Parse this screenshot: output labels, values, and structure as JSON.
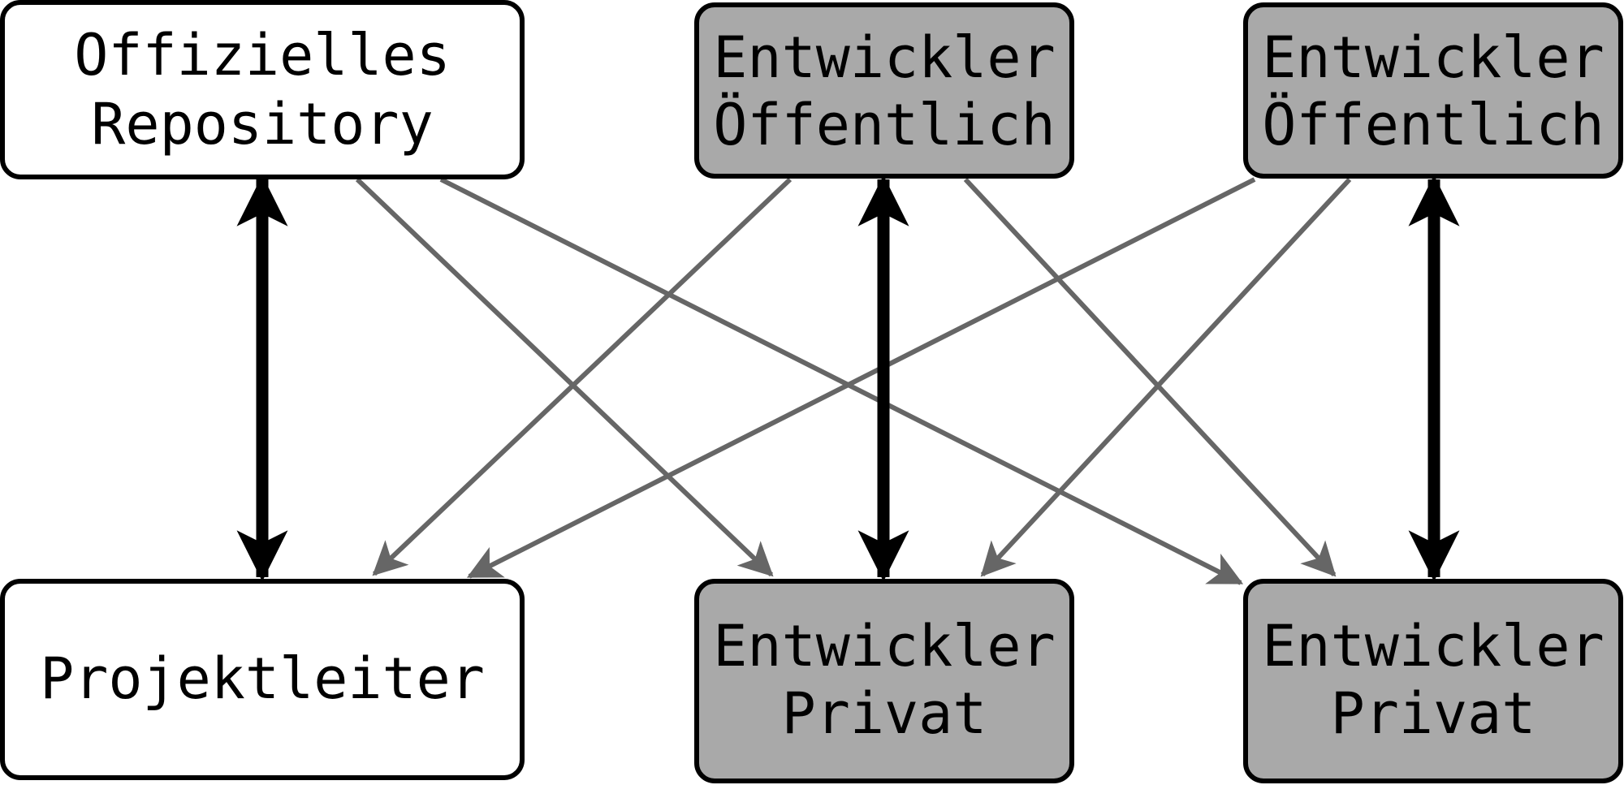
{
  "colors": {
    "plain_fill": "#ffffff",
    "dev_fill": "#a9a9a9",
    "border": "#000000",
    "black_edge": "#000000",
    "grey_edge": "#666666"
  },
  "nodes": {
    "official": {
      "lines": [
        "Offizielles",
        "Repository"
      ]
    },
    "dev1_public": {
      "lines": [
        "Entwickler",
        "Öffentlich"
      ]
    },
    "dev2_public": {
      "lines": [
        "Entwickler",
        "Öffentlich"
      ]
    },
    "lead": {
      "lines": [
        "Projektleiter"
      ]
    },
    "dev1_private": {
      "lines": [
        "Entwickler",
        "Privat"
      ]
    },
    "dev2_private": {
      "lines": [
        "Entwickler",
        "Privat"
      ]
    }
  },
  "edges": [
    {
      "from": "official",
      "to": "lead",
      "style": "black",
      "bidirectional": true
    },
    {
      "from": "dev1_public",
      "to": "dev1_private",
      "style": "black",
      "bidirectional": true
    },
    {
      "from": "dev2_public",
      "to": "dev2_private",
      "style": "black",
      "bidirectional": true
    },
    {
      "from": "official",
      "to": "dev1_private",
      "style": "grey"
    },
    {
      "from": "official",
      "to": "dev2_private",
      "style": "grey"
    },
    {
      "from": "dev1_public",
      "to": "lead",
      "style": "grey"
    },
    {
      "from": "dev1_public",
      "to": "dev2_private",
      "style": "grey"
    },
    {
      "from": "dev2_public",
      "to": "lead",
      "style": "grey"
    },
    {
      "from": "dev2_public",
      "to": "dev1_private",
      "style": "grey"
    }
  ]
}
